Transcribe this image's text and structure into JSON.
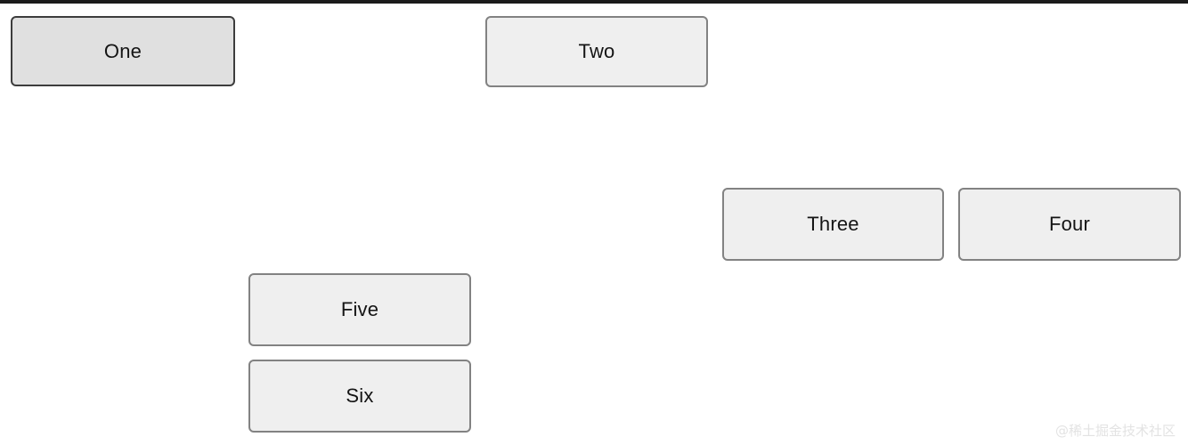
{
  "page": {
    "background_color": "#ffffff",
    "top_band_color": "#1b1b1b"
  },
  "styles": {
    "primary": {
      "fill": "#e0e0e0",
      "border": "#3d3d3d",
      "text": "#141414"
    },
    "plain": {
      "fill": "#efefef",
      "border": "#828282",
      "text": "#141414"
    }
  },
  "boxes": [
    {
      "id": "one",
      "label": "One",
      "style": "primary"
    },
    {
      "id": "two",
      "label": "Two",
      "style": "plain"
    },
    {
      "id": "three",
      "label": "Three",
      "style": "plain"
    },
    {
      "id": "four",
      "label": "Four",
      "style": "plain"
    },
    {
      "id": "five",
      "label": "Five",
      "style": "plain"
    },
    {
      "id": "six",
      "label": "Six",
      "style": "plain"
    }
  ],
  "watermark": {
    "text": "@稀土掘金技术社区",
    "color": "#e3e3e3"
  }
}
